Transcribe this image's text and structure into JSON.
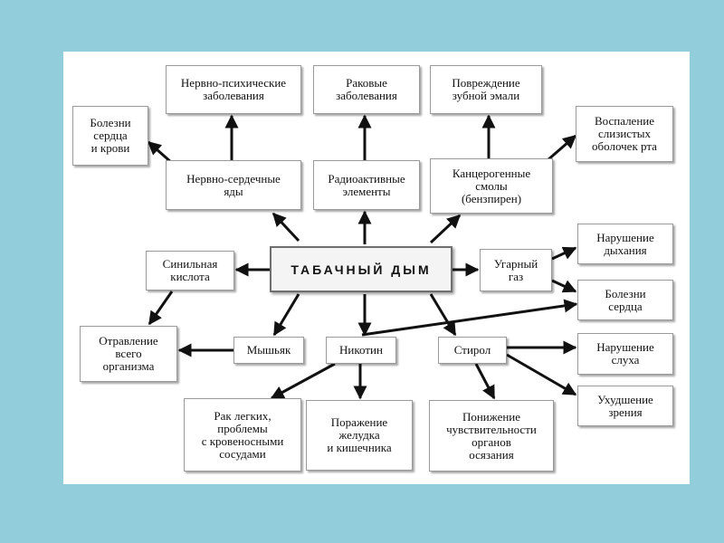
{
  "background_color": "#92cddc",
  "arrow_color": "#111111",
  "nodes": {
    "center": "ТАБАЧНЫЙ ДЫМ",
    "neuro_psych": "Нервно-психические\nзаболевания",
    "cancer": "Раковые\nзаболевания",
    "enamel": "Повреждение\nзубной эмали",
    "heart_blood": "Болезни\nсердца\nи крови",
    "mucosa": "Воспаление\nслизистых\nоболочек рта",
    "neuro_heart_poisons": "Нервно-сердечные\nяды",
    "radioactive": "Радиоактивные\nэлементы",
    "carcinogenic": "Канцерогенные\nсмолы\n(бензпирен)",
    "hydrocyanic": "Синильная\nкислота",
    "carbon_monoxide": "Угарный\nгаз",
    "breathing": "Нарушение\nдыхания",
    "heart_disease": "Болезни\nсердца",
    "poisoning": "Отравление\nвсего\nорганизма",
    "arsenic": "Мышьяк",
    "nicotine": "Никотин",
    "styrene": "Стирол",
    "hearing": "Нарушение\nслуха",
    "vision": "Ухудшение\nзрения",
    "lung_cancer": "Рак легких,\nпроблемы\nс кровеносными\nсосудами",
    "stomach": "Поражение\nжелудка\nи кишечника",
    "smell": "Понижение\nчувствительности\nорганов\nосязания"
  }
}
